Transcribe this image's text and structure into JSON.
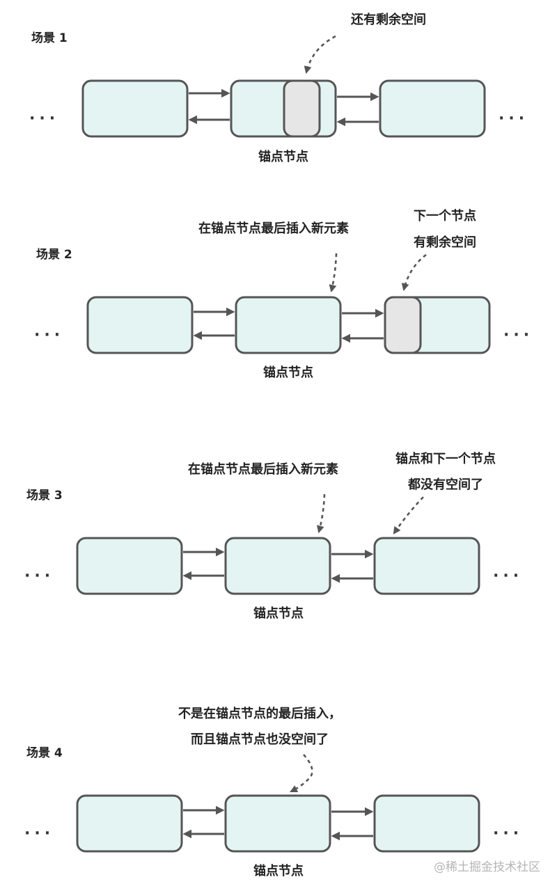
{
  "anchor_label": "锚点节点",
  "ellipsis": "···",
  "watermark": "@稀土掘金技术社区",
  "colors": {
    "node_fill": "#e3f4f3",
    "space_fill": "#e6e6e6",
    "stroke": "#555555",
    "text": "#222222"
  },
  "scenarios": [
    {
      "title": "场景 1",
      "annotations": [
        "还有剩余空间"
      ]
    },
    {
      "title": "场景 2",
      "annotations": [
        "在锚点节点最后插入新元素",
        "下一个节点",
        "有剩余空间"
      ]
    },
    {
      "title": "场景 3",
      "annotations": [
        "在锚点节点最后插入新元素",
        "锚点和下一个节点",
        "都没有空间了"
      ]
    },
    {
      "title": "场景 4",
      "annotations": [
        "不是在锚点节点的最后插入，",
        "而且锚点节点也没空间了"
      ]
    }
  ]
}
